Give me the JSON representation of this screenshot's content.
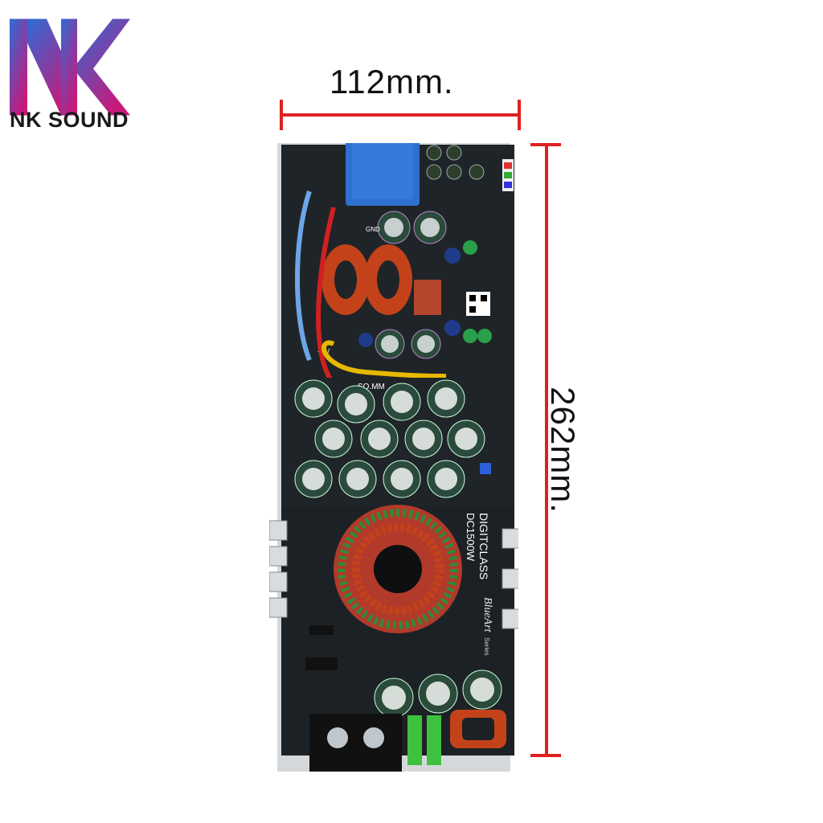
{
  "brand": {
    "name": "NK SOUND"
  },
  "dimensions": {
    "width": "112mm.",
    "height": "262mm."
  },
  "colors": {
    "dimension_line": "#e02020",
    "logo_top": "#2c6cd6",
    "logo_bottom": "#c8197a"
  },
  "board": {
    "labels": {
      "model": "DIGITCLASS",
      "power": "DC1500W",
      "series": "BlueArt",
      "series_suffix": "Series",
      "mm_label": "SQ.MM",
      "hv": "-HV",
      "gnd": "GND"
    }
  }
}
